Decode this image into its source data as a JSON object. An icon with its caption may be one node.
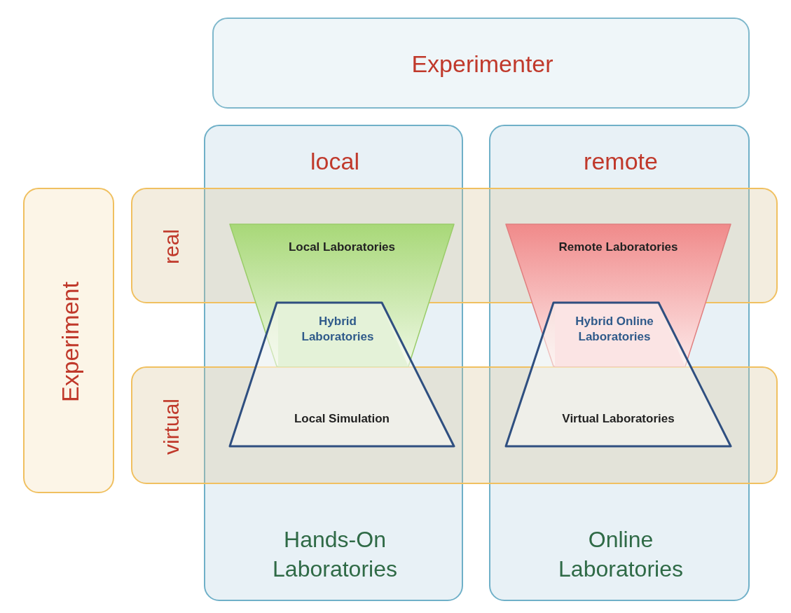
{
  "diagram": {
    "nodes": [
      {
        "text": [
          "Experimenter"
        ]
      },
      {
        "text": [
          "local",
          "Hands-On Laboratories"
        ]
      },
      {
        "text": [
          "remote",
          "Online Laboratories"
        ]
      },
      {
        "text": [
          "Experiment"
        ]
      },
      {
        "text": [
          "real"
        ]
      },
      {
        "text": [
          "virtual"
        ]
      },
      {
        "text": [
          "Local Laboratories"
        ],
        "in": 1
      },
      {
        "text": [
          "Remote Laboratories"
        ],
        "in": 2
      },
      {
        "text": [
          "Hybrid Laboratories"
        ]
      },
      {
        "text": [
          "Hybrid Online Laboratories"
        ]
      },
      {
        "text": [
          "Local Simulation"
        ],
        "in": 1
      },
      {
        "text": [
          "Virtual Laboratories"
        ],
        "in": 2
      }
    ],
    "edges": []
  }
}
